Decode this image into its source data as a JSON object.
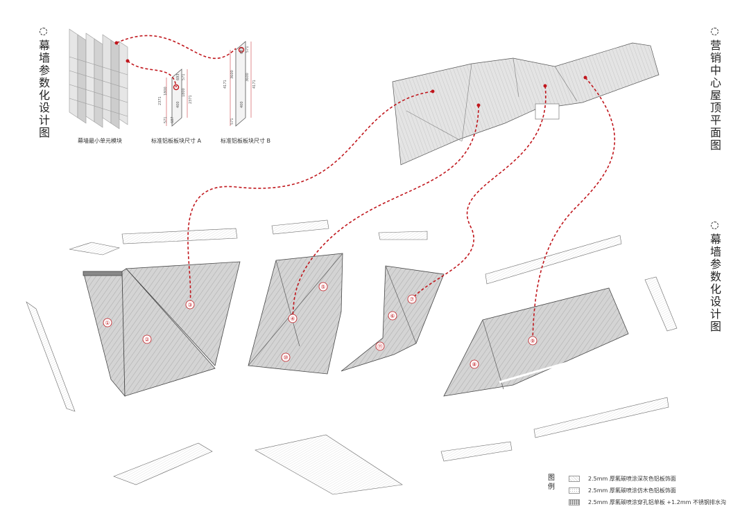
{
  "titles": {
    "left": "幕墙参数化设计图",
    "right_top": "营销中心屋顶平面图",
    "right_mid": "幕墙参数化设计图"
  },
  "captions": {
    "module": "幕墙最小单元模块",
    "panel_a": "标准铝板板块尺寸 A",
    "panel_b": "标准铝板板块尺寸 B"
  },
  "dimensions": {
    "panel_a": [
      "2371",
      "1800",
      "400",
      "1800",
      "2371",
      "571",
      "687",
      "693",
      "571"
    ],
    "panel_b": [
      "4171",
      "3600",
      "400",
      "3600",
      "4171",
      "571",
      "687",
      "571"
    ]
  },
  "panel_numbers": [
    "①",
    "②",
    "③",
    "④",
    "⑤",
    "⑥",
    "⑦",
    "⑧",
    "⑨",
    "⑩",
    "⑪"
  ],
  "legend": {
    "title": "图例",
    "items": [
      {
        "label": "2.5mm 厚氟碳喷涂深灰色铝板饰面",
        "swatch": "s1"
      },
      {
        "label": "2.5mm 厚氟碳喷涂仿木色铝板饰面",
        "swatch": "s2"
      },
      {
        "label": "2.5mm 厚氟碳喷涂穿孔铝单板 +1.2mm 不锈钢排水沟",
        "swatch": "s3"
      }
    ]
  },
  "colors": {
    "accent": "#c0161c",
    "panel_fill": "#d2d2d2",
    "line": "#444444"
  }
}
